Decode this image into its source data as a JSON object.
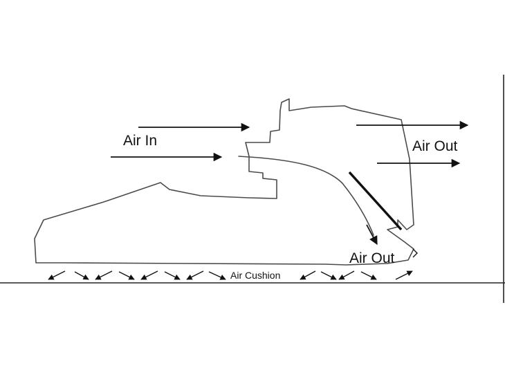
{
  "labels": {
    "air_in": "Air In",
    "air_out_top": "Air Out",
    "air_out_bottom": "Air Out",
    "air_cushion": "Air Cushion"
  },
  "colors": {
    "line": "#111111",
    "outline": "#4a4a4a",
    "background": "#ffffff"
  }
}
